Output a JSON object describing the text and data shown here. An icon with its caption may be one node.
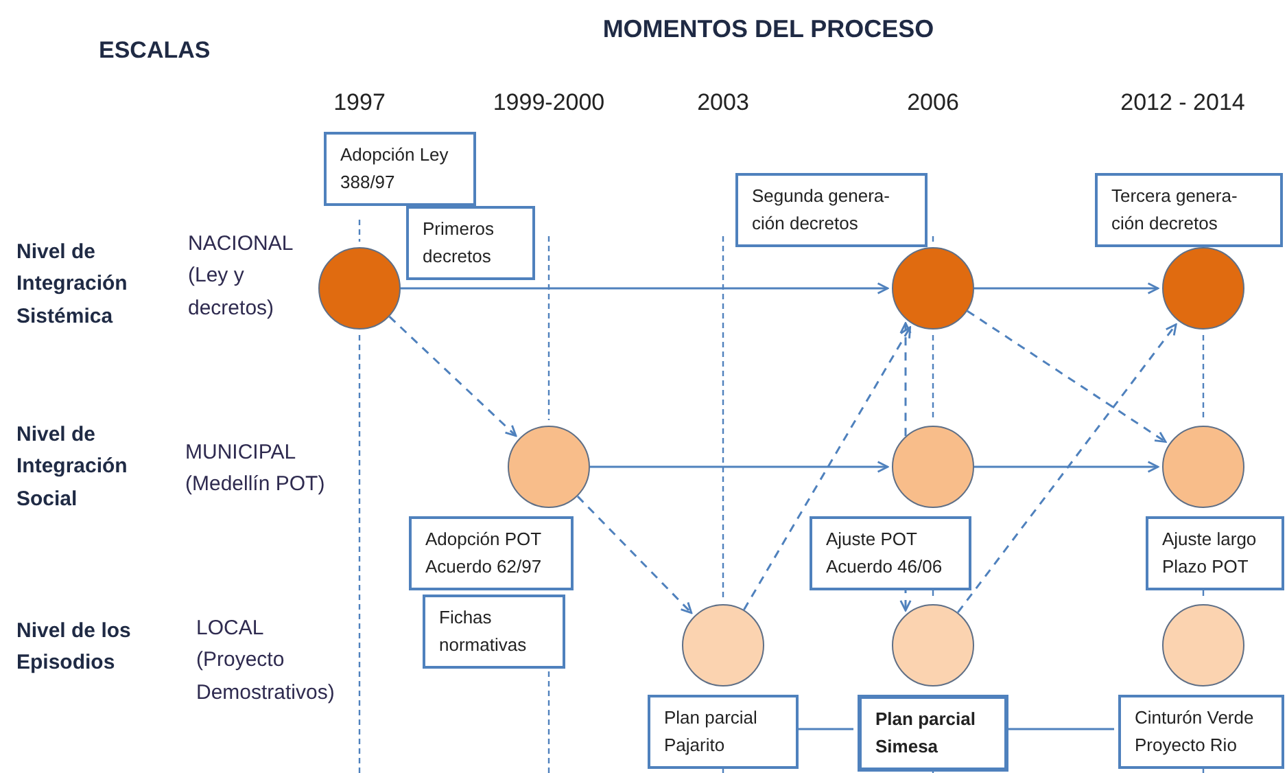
{
  "diagram": {
    "title": "MOMENTOS DEL PROCESO",
    "nodes": [
      {
        "text": [
          "Adopción Ley 388/97"
        ]
      },
      {
        "text": [],
        "shape": "circle"
      },
      {
        "text": [
          "Primeros decretos"
        ]
      },
      {
        "text": [
          "Segunda genera- ción decretos"
        ]
      },
      {
        "text": [],
        "shape": "circle"
      },
      {
        "text": [
          "Tercera genera- ción decretos"
        ]
      },
      {
        "text": [],
        "shape": "circle"
      },
      {
        "text": [],
        "shape": "circle"
      },
      {
        "text": [
          "Adopción POT Acuerdo 62/97"
        ]
      },
      {
        "text": [
          "Fichas normativas"
        ]
      },
      {
        "text": [],
        "shape": "circle"
      },
      {
        "text": [
          "Ajuste POT Acuerdo 46/06"
        ]
      },
      {
        "text": [],
        "shape": "circle"
      },
      {
        "text": [
          "Ajuste largo Plazo POT"
        ]
      },
      {
        "text": [],
        "shape": "circle"
      },
      {
        "text": [
          "Plan parcial Pajarito"
        ]
      },
      {
        "text": [],
        "shape": "circle"
      },
      {
        "text": [
          "Plan parcial Simesa"
        ]
      },
      {
        "text": [],
        "shape": "circle"
      },
      {
        "text": [
          "Cinturón Verde Proyecto Rio"
        ]
      }
    ],
    "edges": [
      {
        "from": 1,
        "to": 4,
        "arrow": "to"
      },
      {
        "from": 4,
        "to": 6,
        "arrow": "to"
      },
      {
        "from": 1,
        "to": 7,
        "arrow": "to",
        "style": "dashed"
      },
      {
        "from": 7,
        "to": 10,
        "arrow": "to"
      },
      {
        "from": 10,
        "to": 12,
        "arrow": "to"
      },
      {
        "from": 7,
        "to": 14,
        "arrow": "to",
        "style": "dashed"
      },
      {
        "from": 14,
        "to": 4,
        "arrow": "to",
        "style": "dashed"
      },
      {
        "from": 10,
        "to": 4,
        "arrow": "to",
        "style": "dashed"
      },
      {
        "from": 4,
        "to": 12,
        "arrow": "to",
        "style": "dashed"
      },
      {
        "from": 16,
        "to": 6,
        "arrow": "to",
        "style": "dashed"
      },
      {
        "from": 11,
        "to": 16,
        "arrow": "to",
        "style": "dashed"
      },
      {
        "from": 15,
        "to": 17,
        "arrow": "none"
      },
      {
        "from": 17,
        "to": 19,
        "arrow": "none"
      }
    ],
    "labels": [
      "ESCALAS",
      "1997",
      "1999-2000",
      "2003",
      "2006",
      "2012 - 2014",
      "Nivel de Integración Sistémica",
      "NACIONAL (Ley y decretos)",
      "Nivel de Integración Social",
      "MUNICIPAL (Medellín POT)",
      "Nivel de los Episodios",
      "LOCAL (Proyecto Demostrativos)"
    ]
  }
}
